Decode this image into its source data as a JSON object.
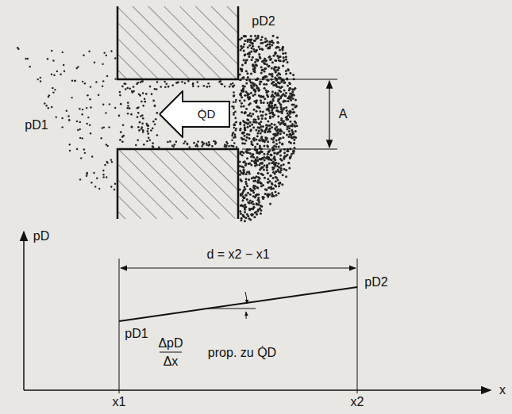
{
  "diagram": {
    "nodes": [
      {
        "text": [
          "Q̇D"
        ]
      }
    ],
    "labels": [
      "pD1",
      "pD2",
      "A",
      "pD",
      "d = x2 − x1",
      "pD2",
      "pD1",
      "ΔpD",
      "Δx",
      "prop. zu Q̇D",
      "x1",
      "x2",
      "x"
    ]
  }
}
